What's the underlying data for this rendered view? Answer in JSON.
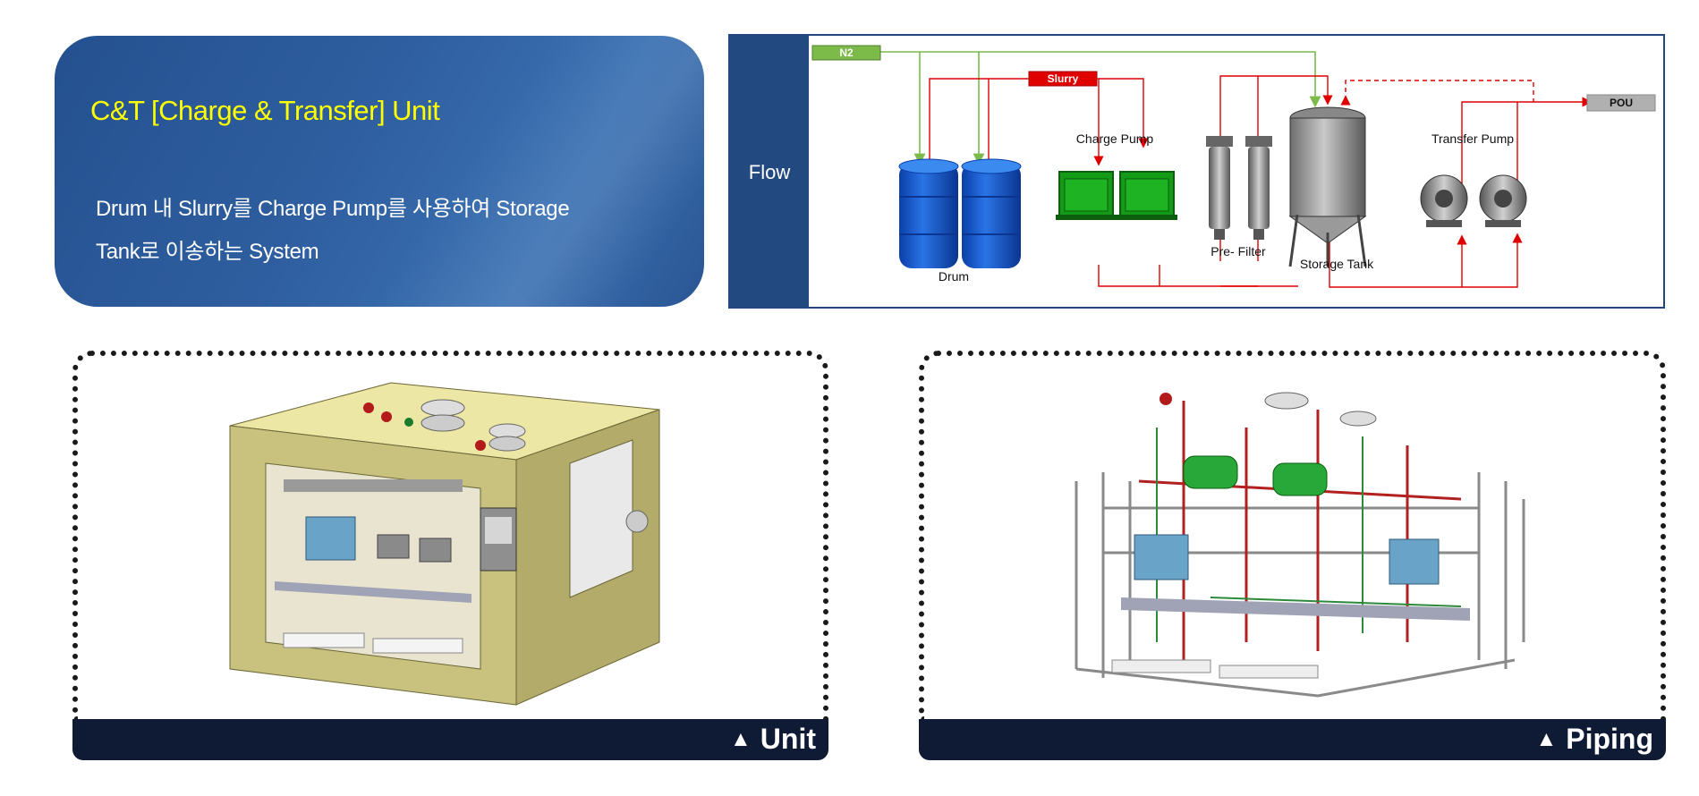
{
  "title_card": {
    "title": "C&T [Charge & Transfer] Unit",
    "description_line1": "Drum 내 Slurry를 Charge Pump를 사용하여 Storage",
    "description_line2": "Tank로 이송하는 System"
  },
  "flow": {
    "label": "Flow",
    "tags": {
      "n2": "N2",
      "slurry": "Slurry",
      "pou": "POU"
    },
    "components": {
      "drum": "Drum",
      "charge_pump": "Charge Pump",
      "pre_filter": "Pre- Filter",
      "storage_tank": "Storage Tank",
      "transfer_pump": "Transfer Pump"
    },
    "colors": {
      "n2": "#7cba4a",
      "slurry": "#e00000",
      "pou": "#b0b0b0",
      "panel": "#234a80"
    }
  },
  "images": {
    "unit_caption": "Unit",
    "piping_caption": "Piping"
  }
}
